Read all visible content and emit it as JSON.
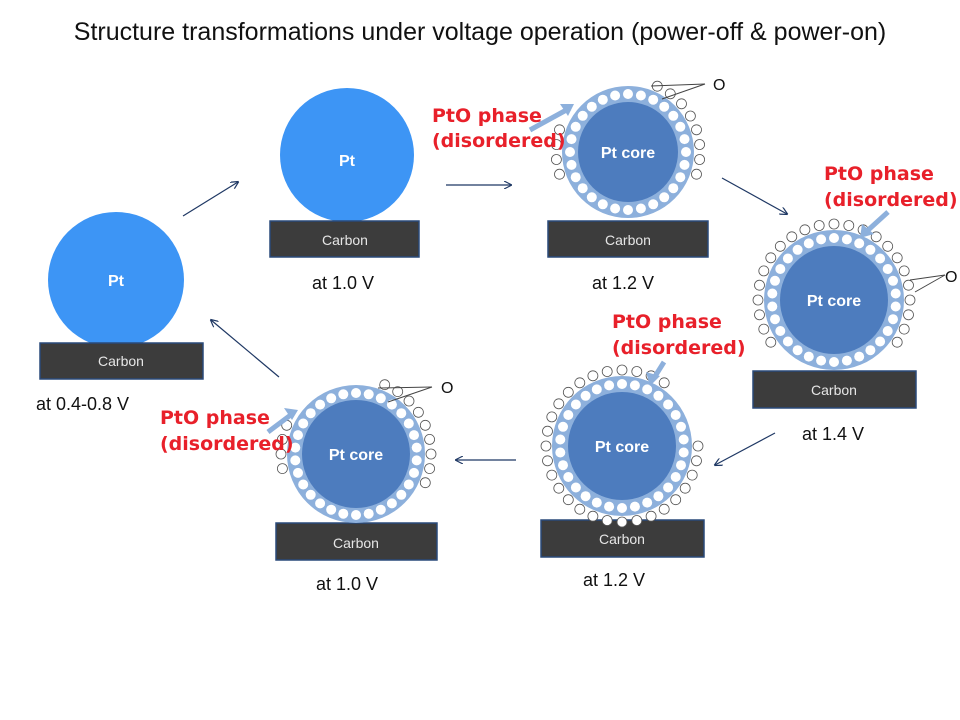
{
  "title": "Structure transformations under voltage operation (power-off & power-on)",
  "colors": {
    "pt": "#3d95f5",
    "pt_core": "#4d7cbe",
    "pto_shell": "#8db0dc",
    "carbon": "#3c3c3c",
    "pto_label": "#e8202a",
    "arrow": "#1f3864",
    "callout_arrow": "#8db0dc"
  },
  "stages": [
    {
      "id": "s1",
      "particle": "Pt",
      "support": "Carbon",
      "voltage": "at 0.4-0.8 V"
    },
    {
      "id": "s2",
      "particle": "Pt",
      "support": "Carbon",
      "voltage": "at 1.0 V"
    },
    {
      "id": "s3",
      "particle": "Pt core",
      "support": "Carbon",
      "voltage": "at 1.2 V",
      "phase": [
        "PtO phase",
        "(disordered)"
      ],
      "oxygen": "O"
    },
    {
      "id": "s4",
      "particle": "Pt core",
      "support": "Carbon",
      "voltage": "at 1.4 V",
      "phase": [
        "PtO phase",
        "(disordered)"
      ],
      "oxygen": "O"
    },
    {
      "id": "s5",
      "particle": "Pt core",
      "support": "Carbon",
      "voltage": "at 1.2 V",
      "phase": [
        "PtO phase",
        "(disordered)"
      ]
    },
    {
      "id": "s6",
      "particle": "Pt core",
      "support": "Carbon",
      "voltage": "at 1.0 V",
      "phase": [
        "PtO phase",
        "(disordered)"
      ],
      "oxygen": "O"
    }
  ]
}
